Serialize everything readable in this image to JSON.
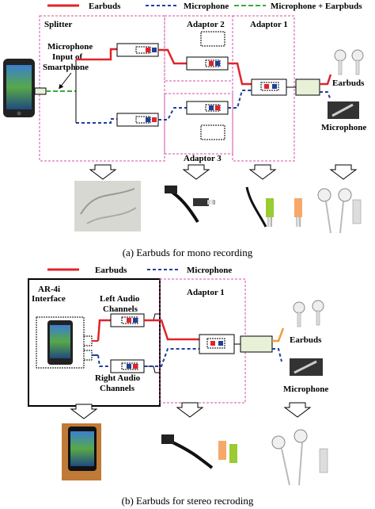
{
  "colors": {
    "earbuds": "#e0242b",
    "microphone": "#1f3f9a",
    "combined": "#3aa93a",
    "dashed_box": "#d44fa8",
    "plug_fill": "#e8f0d8"
  },
  "top_diagram": {
    "legend": {
      "earbuds": "Earbuds",
      "microphone": "Microphone",
      "combined": "Microphone + Earpbuds"
    },
    "splitter_label": "Splitter",
    "mic_input_line1": "Microphone",
    "mic_input_line2": "Input of",
    "mic_input_line3": "Smartphone",
    "adaptor2": "Adaptor 2",
    "adaptor1": "Adaptor 1",
    "adaptor3": "Adaptor 3",
    "earbuds_label": "Earbuds",
    "microphone_label": "Microphone",
    "caption": "(a)  Earbuds for mono recording"
  },
  "bottom_diagram": {
    "legend": {
      "earbuds": "Earbuds",
      "microphone": "Microphone"
    },
    "interface_line1": "AR-4i",
    "interface_line2": "Interface",
    "left_line1": "Left Audio",
    "left_line2": "Channels",
    "right_line1": "Right Audio",
    "right_line2": "Channels",
    "adaptor1": "Adaptor 1",
    "earbuds_label": "Earbuds",
    "microphone_label": "Microphone",
    "caption": "(b) Earbuds for stereo recroding"
  },
  "icons": {
    "arrow": "down-arrow-icon",
    "phone": "smartphone-icon",
    "splitter_photo": "splitter-cable-icon",
    "adaptor_photo": "audio-adaptor-cable-icon",
    "earbuds_photo": "earbuds-icon",
    "interface_photo": "ar4i-interface-icon"
  }
}
